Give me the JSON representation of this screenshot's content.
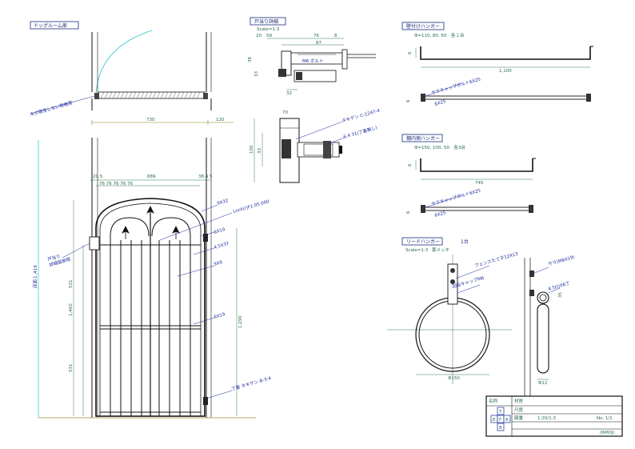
{
  "titles": {
    "dog_room": "ドッグルーム扉",
    "door_detail": "戸当り詳細",
    "door_detail_scale": "Scale=1:3",
    "wall_hanger": "壁付けハンガー",
    "wall_hanger_spec": "Φ=110, 80, 50　各１台",
    "inner_hanger": "棚内側ハンガー",
    "inner_hanger_spec": "Φ=150, 100, 50　各3台",
    "lead_hanger": "リードハンガー",
    "lead_hanger_qty": "1台",
    "lead_hanger_scale": "Scale=1:3",
    "lead_hanger_finish": "黄メッキ"
  },
  "plan": {
    "note": "木が腐食しない無機質",
    "dim_main": "730",
    "dim_side": "120"
  },
  "elevation": {
    "dims_top": [
      "20.5",
      "689",
      "38.4 5"
    ],
    "pickets": "76  76  76  76  76",
    "dims_left": [
      "531",
      "531",
      "1,460"
    ],
    "dim_right": "1,290",
    "side_text": "床面１,419",
    "label_latch": "戸当り\n詳細図参照",
    "labels_right": [
      "9X32",
      "Lock(r)F1.05.000",
      "6X19",
      "4.5X37",
      "9X9",
      "6X19",
      "丁番 タキゲン B-3-4"
    ]
  },
  "detail": {
    "dims": [
      "20",
      "59",
      "76",
      "8",
      "87",
      "38",
      "33",
      "32",
      "100",
      "70",
      "33"
    ],
    "labels": [
      "タキゲン C-1247-4",
      "6.4 31(丁番無し)",
      "M6 ボルト"
    ]
  },
  "wall_hanger": {
    "dims": [
      "1,100",
      "6"
    ],
    "labels": [
      "サラキャップボルト6X25",
      "6X25"
    ]
  },
  "inner_hanger": {
    "dims": [
      "745",
      "6"
    ],
    "labels": [
      "サラキャップボルト6X25",
      "6X25"
    ]
  },
  "lead": {
    "dims": [
      "Φ150",
      "Φ12",
      "35"
    ],
    "labels": [
      "フェンスたて子12X13",
      "回転キャップM6",
      "サラ(M6X19)",
      "4.5(t)X6丁"
    ]
  },
  "title_block": {
    "cells": [
      "T",
      "E",
      "F",
      "R",
      "B"
    ],
    "row_labels": [
      "名称",
      "材質",
      "尺度",
      "図番"
    ],
    "scale": "1:20/1:3",
    "sheet": "(RMOJ)",
    "no": "No. 1/1"
  }
}
